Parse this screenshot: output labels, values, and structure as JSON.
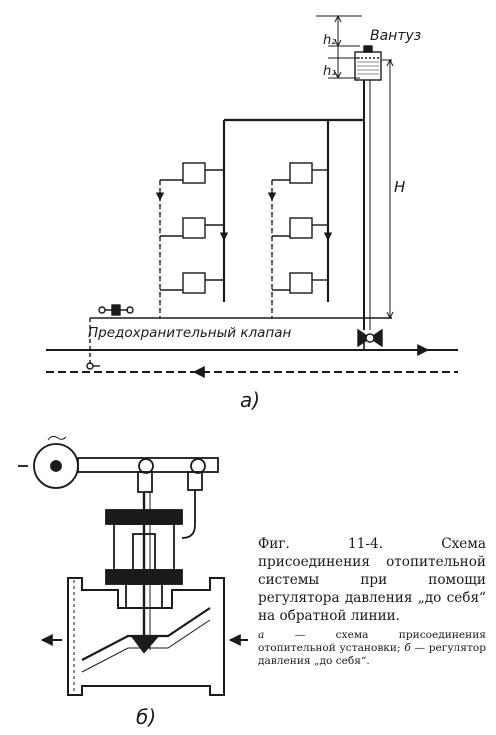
{
  "diagram_a": {
    "label_vent": "Вантуз",
    "label_h2": "h₂",
    "label_h1": "h₁",
    "label_H": "H",
    "label_valve": "Предохранительный клапан",
    "sublabel": "а)"
  },
  "diagram_b": {
    "sublabel": "б)"
  },
  "caption": {
    "main": "Фиг. 11-4. Схема присоединения отопительной системы при помощи регулятора давления „до себя“ на обратной линии.",
    "legend_a_key": "а",
    "legend_a_text": " — схема присоединения отопительной установки; ",
    "legend_b_key": "б",
    "legend_b_text": " — регулятор давления „до себя“."
  }
}
